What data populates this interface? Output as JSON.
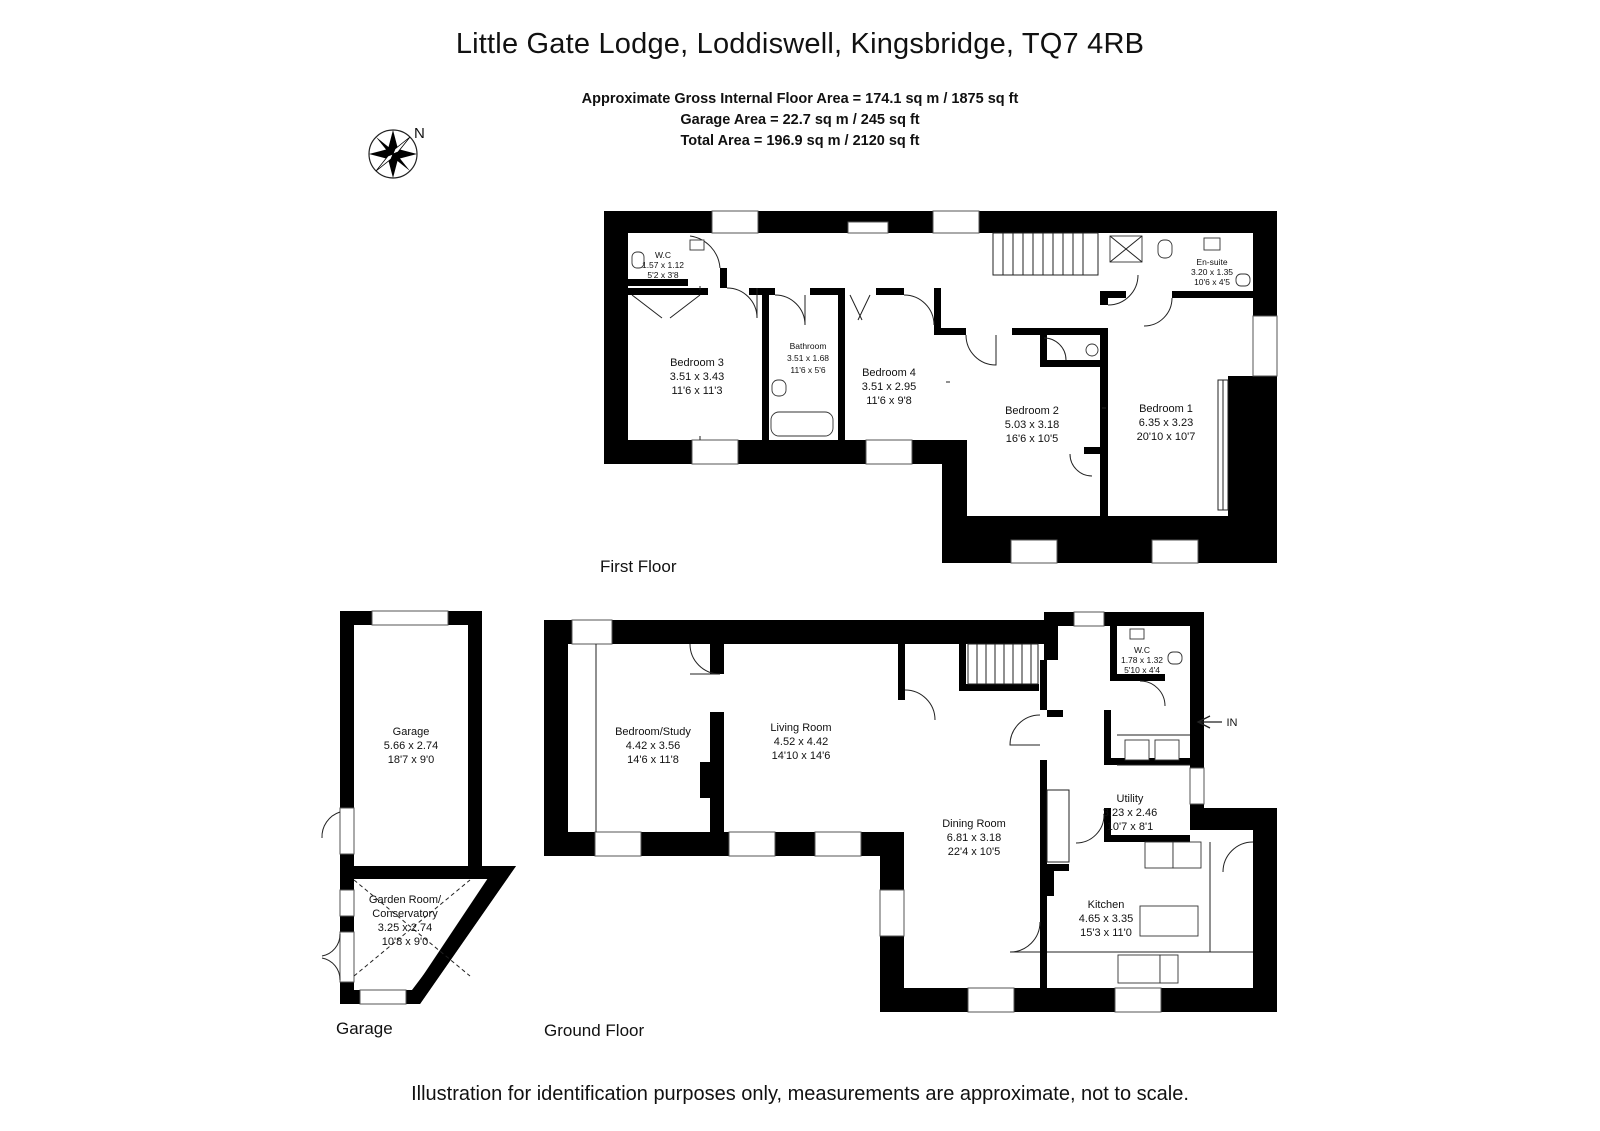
{
  "header": {
    "title": "Little Gate Lodge, Loddiswell, Kingsbridge, TQ7 4RB",
    "gross_area": "Approximate Gross Internal Floor Area  = 174.1 sq m  / 1875 sq ft",
    "garage_area": "Garage Area = 22.7 sq m  / 245 sq ft",
    "total_area": "Total Area = 196.9 sq m  / 2120 sq ft"
  },
  "compass": {
    "label": "N",
    "icon": "compass-rose-icon"
  },
  "floors": {
    "first_floor_label": "First Floor",
    "ground_floor_label": "Ground Floor",
    "garage_label": "Garage"
  },
  "first_floor": {
    "wc": {
      "name": "W.C",
      "metric": "1.57 x 1.12",
      "imperial": "5'2 x 3'8"
    },
    "ensuite": {
      "name": "En-suite",
      "metric": "3.20 x 1.35",
      "imperial": "10'6 x 4'5"
    },
    "bedroom3": {
      "name": "Bedroom 3",
      "metric": "3.51 x 3.43",
      "imperial": "11'6 x 11'3"
    },
    "bathroom": {
      "name": "Bathroom",
      "metric": "3.51 x 1.68",
      "imperial": "11'6 x 5'6"
    },
    "bedroom4": {
      "name": "Bedroom 4",
      "metric": "3.51 x 2.95",
      "imperial": "11'6 x 9'8"
    },
    "bedroom2": {
      "name": "Bedroom 2",
      "metric": "5.03 x 3.18",
      "imperial": "16'6 x 10'5"
    },
    "bedroom1": {
      "name": "Bedroom 1",
      "metric": "6.35 x 3.23",
      "imperial": "20'10 x 10'7"
    }
  },
  "ground_floor": {
    "study": {
      "name": "Bedroom/Study",
      "metric": "4.42 x 3.56",
      "imperial": "14'6 x 11'8"
    },
    "living": {
      "name": "Living Room",
      "metric": "4.52 x 4.42",
      "imperial": "14'10 x 14'6"
    },
    "dining": {
      "name": "Dining Room",
      "metric": "6.81 x 3.18",
      "imperial": "22'4 x 10'5"
    },
    "wc": {
      "name": "W.C",
      "metric": "1.78 x 1.32",
      "imperial": "5'10 x 4'4"
    },
    "utility": {
      "name": "Utility",
      "metric": "3.23 x 2.46",
      "imperial": "10'7 x 8'1"
    },
    "kitchen": {
      "name": "Kitchen",
      "metric": "4.65 x 3.35",
      "imperial": "15'3 x 11'0"
    },
    "entrance": {
      "label": "IN",
      "icon": "arrow-left-icon"
    }
  },
  "garage_building": {
    "garage": {
      "name": "Garage",
      "metric": "5.66 x 2.74",
      "imperial": "18'7 x 9'0"
    },
    "garden_room": {
      "name_line1": "Garden Room/",
      "name_line2": "Conservatory",
      "metric": "3.25 x 2.74",
      "imperial": "10'8 x 9'0"
    }
  },
  "footer": {
    "disclaimer": "Illustration for identification purposes only, measurements are approximate, not to scale."
  }
}
